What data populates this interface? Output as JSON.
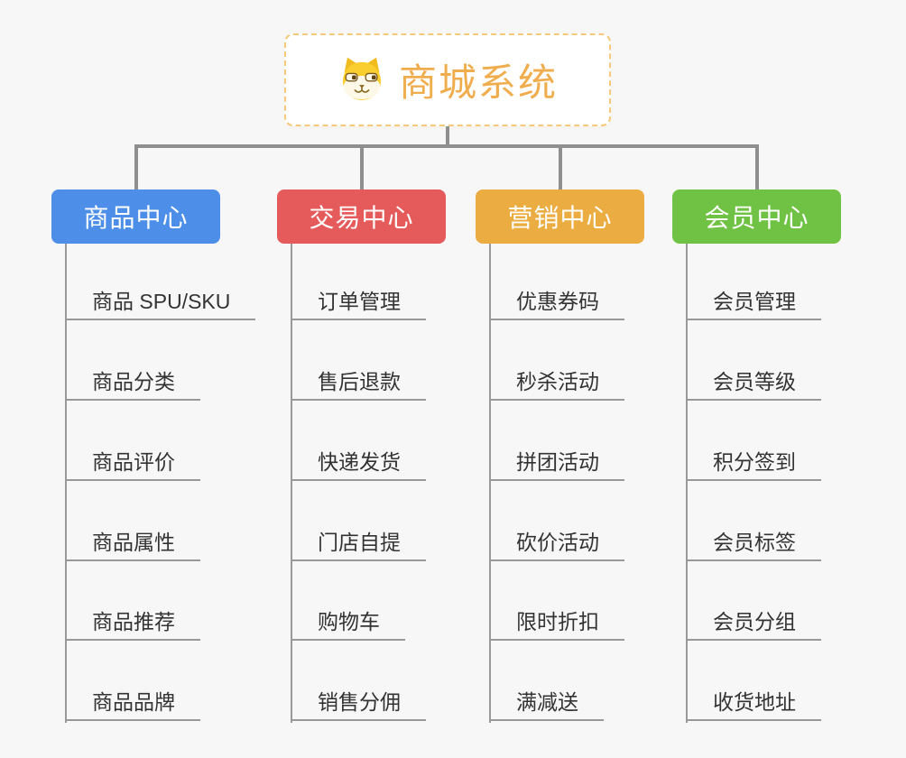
{
  "root": {
    "title": "商城系统",
    "icon": "doge-icon"
  },
  "branches": [
    {
      "label": "商品中心",
      "color": "#4D8FE8",
      "items": [
        "商品 SPU/SKU",
        "商品分类",
        "商品评价",
        "商品属性",
        "商品推荐",
        "商品品牌"
      ]
    },
    {
      "label": "交易中心",
      "color": "#E55B5B",
      "items": [
        "订单管理",
        "售后退款",
        "快递发货",
        "门店自提",
        "购物车",
        "销售分佣"
      ]
    },
    {
      "label": "营销中心",
      "color": "#EBAD41",
      "items": [
        "优惠券码",
        "秒杀活动",
        "拼团活动",
        "砍价活动",
        "限时折扣",
        "满减送"
      ]
    },
    {
      "label": "会员中心",
      "color": "#70C244",
      "items": [
        "会员管理",
        "会员等级",
        "积分签到",
        "会员标签",
        "会员分组",
        "收货地址"
      ]
    }
  ],
  "colors": {
    "background": "#F7F7F7",
    "connector": "#8F8F8F",
    "leaf_line": "#999999",
    "leaf_text": "#333333",
    "root_text": "#F0AD4E",
    "root_border": "#F5C97B"
  }
}
